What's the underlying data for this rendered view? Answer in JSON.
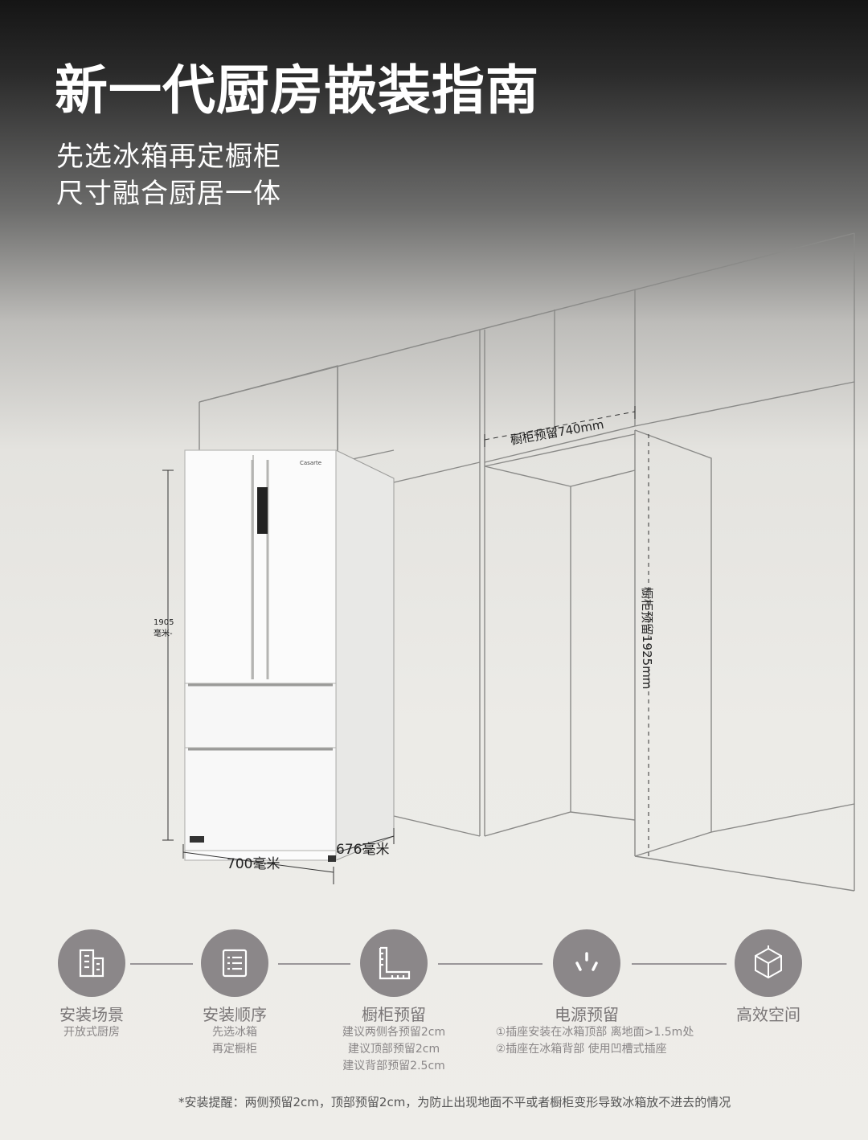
{
  "header": {
    "title": "新一代厨房嵌装指南",
    "subtitle_lines": [
      "先选冰箱再定橱柜",
      "尺寸融合厨居一体"
    ]
  },
  "figure": {
    "brand_logo": "Casarte",
    "fridge_height_value": "1905",
    "fridge_height_unit": "毫米-",
    "fridge_width": "700毫米",
    "fridge_depth": "676毫米",
    "cabinet_width_reserve": "橱柜预留740mm",
    "cabinet_height_reserve": "橱柜预留1925mm"
  },
  "steps": [
    {
      "icon": "building-icon",
      "title": "安装场景",
      "lines": [
        "开放式厨房"
      ]
    },
    {
      "icon": "list-icon",
      "title": "安装顺序",
      "lines": [
        "先选冰箱",
        "再定橱柜"
      ]
    },
    {
      "icon": "ruler-icon",
      "title": "橱柜预留",
      "lines": [
        "建议两侧各预留2cm",
        "建议顶部预留2cm",
        "建议背部预留2.5cm"
      ]
    },
    {
      "icon": "power-outlet-icon",
      "title": "电源预留",
      "lines": [
        "①插座安装在冰箱顶部  离地面>1.5m处",
        "②插座在冰箱背部  使用凹槽式插座"
      ]
    },
    {
      "icon": "cube-icon",
      "title": "高效空间",
      "lines": []
    }
  ],
  "note": "*安装提醒：两侧预留2cm，顶部预留2cm，为防止出现地面不平或者橱柜变形导致冰箱放不进去的情况",
  "colors": {
    "icon_circle": "#8b8789",
    "text_muted": "#7a7677"
  }
}
